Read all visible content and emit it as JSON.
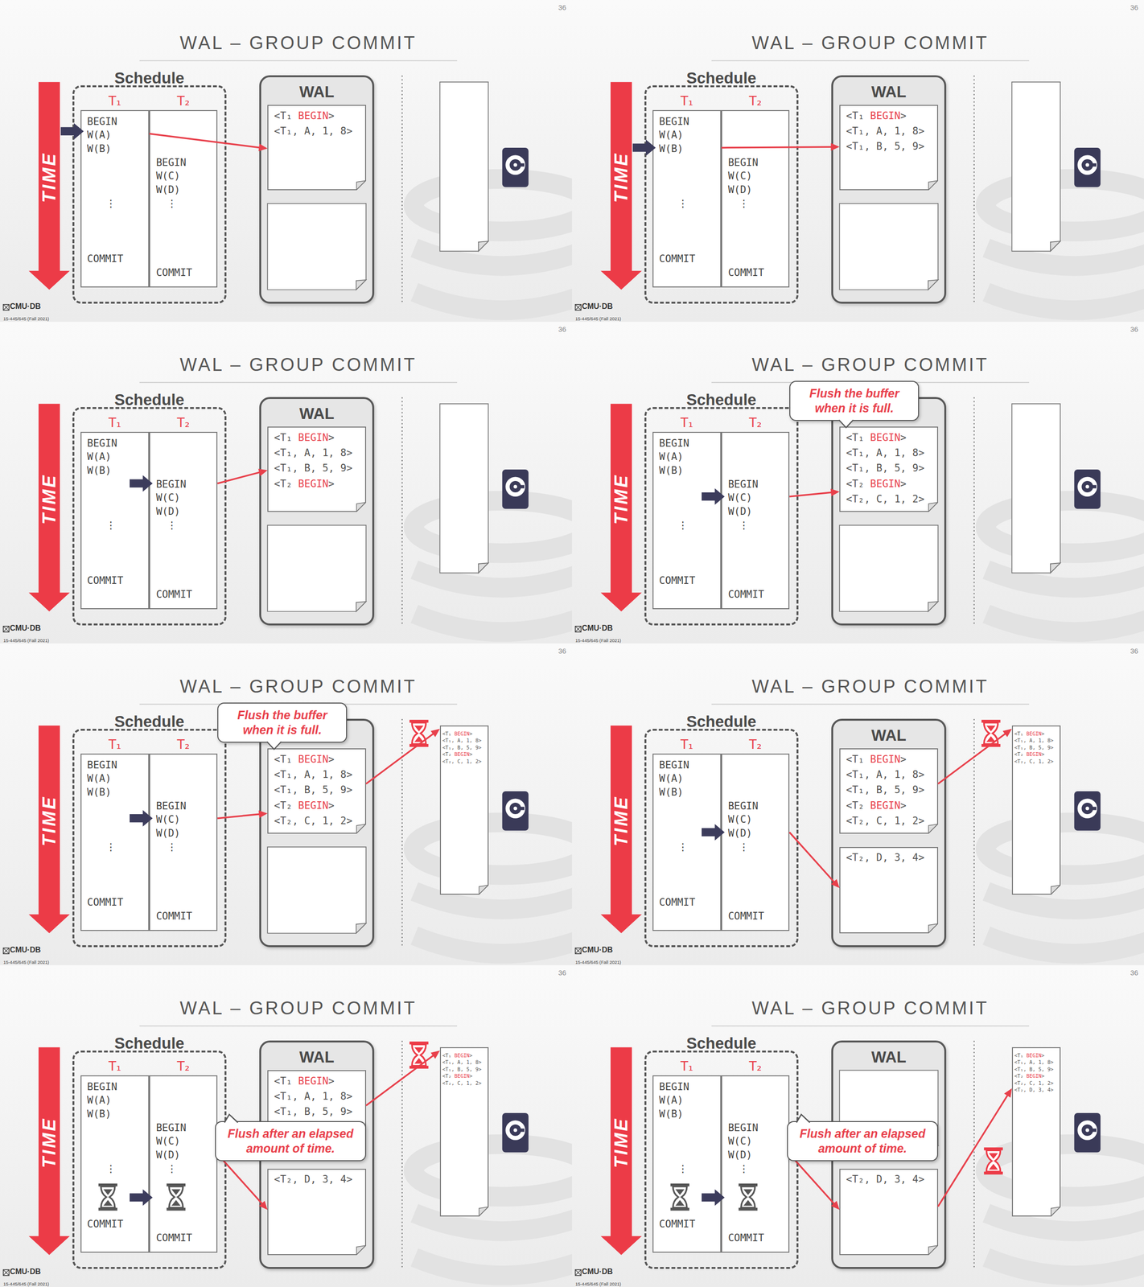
{
  "diagram": {
    "nodes": [
      {
        "text": [
          "WAL – GROUP COMMIT"
        ]
      },
      {
        "text": [
          "Schedule"
        ],
        "in": 0
      },
      {
        "text": [
          "T₁",
          "BEGIN",
          "W(A)",
          "W(B)",
          "⋮",
          "COMMIT"
        ],
        "in": 1
      },
      {
        "text": [
          "T₂",
          "BEGIN",
          "W(C)",
          "W(D)",
          "⋮",
          "COMMIT"
        ],
        "in": 1
      },
      {
        "text": [
          "WAL"
        ],
        "in": 0
      },
      {
        "text": [
          "<T₁ BEGIN>",
          "<T₁, A, 1, 8>"
        ],
        "in": 4
      },
      {
        "text": [
          "WAL – GROUP COMMIT"
        ]
      },
      {
        "text": [
          "Schedule"
        ],
        "in": 6
      },
      {
        "text": [
          "T₁",
          "BEGIN",
          "W(A)",
          "W(B)",
          "⋮",
          "COMMIT"
        ],
        "in": 7
      },
      {
        "text": [
          "T₂",
          "BEGIN",
          "W(C)",
          "W(D)",
          "⋮",
          "COMMIT"
        ],
        "in": 7
      },
      {
        "text": [
          "WAL"
        ],
        "in": 6
      },
      {
        "text": [
          "<T₁ BEGIN>",
          "<T₁, A, 1, 8>",
          "<T₁, B, 5, 9>"
        ],
        "in": 10
      },
      {
        "text": [
          "WAL – GROUP COMMIT"
        ]
      },
      {
        "text": [
          "Schedule"
        ],
        "in": 12
      },
      {
        "text": [
          "T₁",
          "BEGIN",
          "W(A)",
          "W(B)",
          "⋮",
          "COMMIT"
        ],
        "in": 13
      },
      {
        "text": [
          "T₂",
          "BEGIN",
          "W(C)",
          "W(D)",
          "⋮",
          "COMMIT"
        ],
        "in": 13
      },
      {
        "text": [
          "WAL"
        ],
        "in": 12
      },
      {
        "text": [
          "<T₁ BEGIN>",
          "<T₁, A, 1, 8>",
          "<T₁, B, 5, 9>",
          "<T₂ BEGIN>"
        ],
        "in": 16
      },
      {
        "text": [
          "WAL – GROUP COMMIT"
        ]
      },
      {
        "text": [
          "Schedule"
        ],
        "in": 18
      },
      {
        "text": [
          "T₁",
          "BEGIN",
          "W(A)",
          "W(B)",
          "⋮",
          "COMMIT"
        ],
        "in": 19
      },
      {
        "text": [
          "T₂",
          "BEGIN",
          "W(C)",
          "W(D)",
          "⋮",
          "COMMIT"
        ],
        "in": 19
      },
      {
        "text": [],
        "in": 18
      },
      {
        "text": [
          "<T₁ BEGIN>",
          "<T₁, A, 1, 8>",
          "<T₁, B, 5, 9>",
          "<T₂ BEGIN>",
          "<T₂, C, 1, 2>"
        ],
        "in": 22
      },
      {
        "text": [
          "Flush the buffer when it is full."
        ],
        "in": 18
      },
      {
        "text": [
          "WAL – GROUP COMMIT"
        ]
      },
      {
        "text": [
          "Schedule"
        ],
        "in": 25
      },
      {
        "text": [
          "T₁",
          "BEGIN",
          "W(A)",
          "W(B)",
          "⋮",
          "COMMIT"
        ],
        "in": 26
      },
      {
        "text": [
          "T₂",
          "BEGIN",
          "W(C)",
          "W(D)",
          "⋮",
          "COMMIT"
        ],
        "in": 26
      },
      {
        "text": [],
        "in": 25
      },
      {
        "text": [
          "<T₁ BEGIN>",
          "<T₁, A, 1, 8>",
          "<T₁, B, 5, 9>",
          "<T₂ BEGIN>",
          "<T₂, C, 1, 2>"
        ],
        "in": 29
      },
      {
        "text": [
          "<T₁ BEGIN>",
          "<T₁, A, 1, 8>",
          "<T₁, B, 5, 9>",
          "<T₂ BEGIN>",
          "<T₂, C, 1, 2>"
        ],
        "in": 25
      },
      {
        "text": [
          "Flush the buffer when it is full."
        ],
        "in": 25
      },
      {
        "text": [
          "WAL – GROUP COMMIT"
        ]
      },
      {
        "text": [
          "Schedule"
        ],
        "in": 33
      },
      {
        "text": [
          "T₁",
          "BEGIN",
          "W(A)",
          "W(B)",
          "⋮",
          "COMMIT"
        ],
        "in": 34
      },
      {
        "text": [
          "T₂",
          "BEGIN",
          "W(C)",
          "W(D)",
          "⋮",
          "COMMIT"
        ],
        "in": 34
      },
      {
        "text": [
          "WAL"
        ],
        "in": 33
      },
      {
        "text": [
          "<T₁ BEGIN>",
          "<T₁, A, 1, 8>",
          "<T₁, B, 5, 9>",
          "<T₂ BEGIN>",
          "<T₂, C, 1, 2>"
        ],
        "in": 37
      },
      {
        "text": [
          "<T₂, D, 3, 4>"
        ],
        "in": 37
      },
      {
        "text": [
          "<T₁ BEGIN>",
          "<T₁, A, 1, 8>",
          "<T₁, B, 5, 9>",
          "<T₂ BEGIN>",
          "<T₂, C, 1, 2>"
        ],
        "in": 33
      },
      {
        "text": [
          "WAL – GROUP COMMIT"
        ]
      },
      {
        "text": [
          "Schedule"
        ],
        "in": 41
      },
      {
        "text": [
          "T₁",
          "BEGIN",
          "W(A)",
          "W(B)",
          "⋮",
          "COMMIT"
        ],
        "in": 42
      },
      {
        "text": [
          "T₂",
          "BEGIN",
          "W(C)",
          "W(D)",
          "⋮",
          "COMMIT"
        ],
        "in": 42
      },
      {
        "text": [
          "WAL"
        ],
        "in": 41
      },
      {
        "text": [
          "<T₁ BEGIN>",
          "<T₁, A, 1, 8>",
          "<T₁, B, 5, 9>"
        ],
        "in": 45
      },
      {
        "text": [
          "<T₂, D, 3, 4>"
        ],
        "in": 45
      },
      {
        "text": [
          "<T₁ BEGIN>",
          "<T₁, A, 1, 8>",
          "<T₁, B, 5, 9>",
          "<T₂ BEGIN>",
          "<T₂, C, 1, 2>"
        ],
        "in": 41
      },
      {
        "text": [
          "Flush after an elapsed amount of time."
        ],
        "in": 41
      },
      {
        "text": [
          "WAL – GROUP COMMIT"
        ]
      },
      {
        "text": [
          "Schedule"
        ],
        "in": 50
      },
      {
        "text": [
          "T₁",
          "BEGIN",
          "W(A)",
          "W(B)",
          "⋮",
          "COMMIT"
        ],
        "in": 51
      },
      {
        "text": [
          "T₂",
          "BEGIN",
          "W(C)",
          "W(D)",
          "⋮",
          "COMMIT"
        ],
        "in": 51
      },
      {
        "text": [
          "WAL"
        ],
        "in": 50
      },
      {
        "text": [
          "<T₂, D, 3, 4>"
        ],
        "in": 54
      },
      {
        "text": [
          "<T₁ BEGIN>",
          "<T₁, A, 1, 8>",
          "<T₁, B, 5, 9>",
          "<T₂ BEGIN>",
          "<T₂, C, 1, 2>",
          "<T₂, D, 3, 4>"
        ],
        "in": 50
      },
      {
        "text": [
          "Flush after an elapsed amount of time."
        ],
        "in": 50
      }
    ],
    "edges": [
      {
        "from": 2,
        "to": 5,
        "arrow": "to"
      },
      {
        "from": 8,
        "to": 11,
        "arrow": "to"
      },
      {
        "from": 15,
        "to": 17,
        "arrow": "to"
      },
      {
        "from": 21,
        "to": 23,
        "arrow": "to"
      },
      {
        "from": 28,
        "to": 30,
        "arrow": "to"
      },
      {
        "from": 30,
        "to": 31,
        "arrow": "to"
      },
      {
        "from": 38,
        "to": 40,
        "arrow": "to"
      },
      {
        "from": 36,
        "to": 39,
        "arrow": "to"
      },
      {
        "from": 46,
        "to": 48,
        "arrow": "to"
      },
      {
        "from": 44,
        "to": 47,
        "arrow": "to"
      },
      {
        "from": 53,
        "to": 55,
        "arrow": "to"
      },
      {
        "from": 55,
        "to": 56,
        "arrow": "to"
      }
    ],
    "labels": [
      "36",
      "TIME",
      "CMU·DB",
      "15-445/645 (Fall 2021)",
      "36",
      "TIME",
      "CMU·DB",
      "15-445/645 (Fall 2021)",
      "36",
      "TIME",
      "CMU·DB",
      "15-445/645 (Fall 2021)",
      "36",
      "TIME",
      "CMU·DB",
      "15-445/645 (Fall 2021)",
      "36",
      "TIME",
      "CMU·DB",
      "15-445/645 (Fall 2021)",
      "36",
      "TIME",
      "CMU·DB",
      "15-445/645 (Fall 2021)",
      "36",
      "TIME",
      "CMU·DB",
      "15-445/645 (Fall 2021)",
      "36",
      "TIME",
      "CMU·DB",
      "15-445/645 (Fall 2021)"
    ]
  }
}
